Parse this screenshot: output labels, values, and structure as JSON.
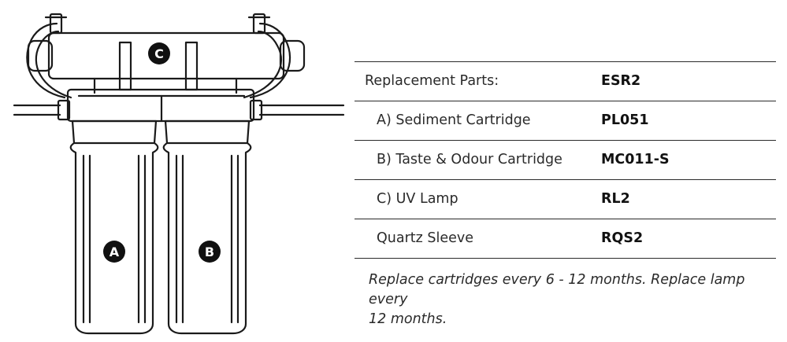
{
  "illustration": {
    "labels": {
      "uv": "C",
      "cartridge_a": "A",
      "cartridge_b": "B"
    }
  },
  "parts_table": {
    "rows": [
      {
        "name": "Replacement Parts:",
        "code": "ESR2"
      },
      {
        "name": "A) Sediment Cartridge",
        "code": "PL051"
      },
      {
        "name": "B) Taste & Odour Cartridge",
        "code": "MC011-S"
      },
      {
        "name": "C) UV Lamp",
        "code": "RL2"
      },
      {
        "name": "Quartz Sleeve",
        "code": "RQS2"
      }
    ]
  },
  "note": {
    "line1": "Replace cartridges every 6 - 12 months. Replace lamp every",
    "line2": "12 months."
  },
  "colors": {
    "line": "#1a1a1a",
    "badge": "#111111",
    "badge_text": "#ffffff"
  }
}
